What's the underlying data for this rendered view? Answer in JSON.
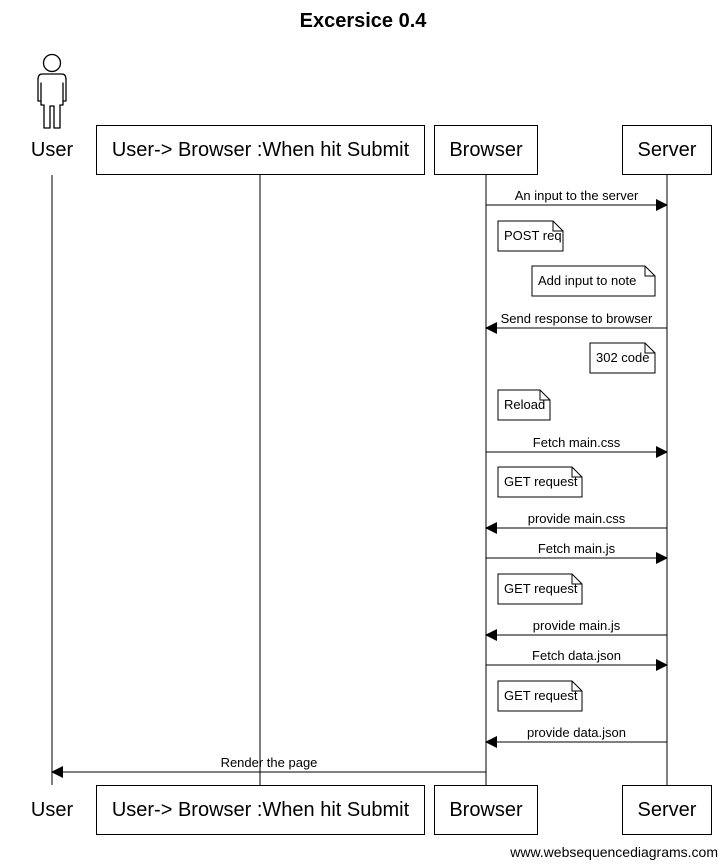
{
  "title": "Excersice 0.4",
  "participants": [
    {
      "id": "user",
      "label": "User",
      "kind": "actor"
    },
    {
      "id": "submit",
      "label": "User-> Browser :When hit Submit",
      "kind": "box"
    },
    {
      "id": "browser",
      "label": "Browser",
      "kind": "box"
    },
    {
      "id": "server",
      "label": "Server",
      "kind": "box"
    }
  ],
  "events": [
    {
      "type": "message",
      "from": "browser",
      "to": "server",
      "label": "An input to the server"
    },
    {
      "type": "note",
      "anchor": "browser",
      "label": "POST req"
    },
    {
      "type": "note",
      "anchor": "server",
      "label": "Add input to note"
    },
    {
      "type": "message",
      "from": "server",
      "to": "browser",
      "label": "Send response to browser"
    },
    {
      "type": "note",
      "anchor": "server",
      "label": "302 code"
    },
    {
      "type": "note",
      "anchor": "browser",
      "label": "Reload"
    },
    {
      "type": "message",
      "from": "browser",
      "to": "server",
      "label": "Fetch main.css"
    },
    {
      "type": "note",
      "anchor": "browser",
      "label": "GET request"
    },
    {
      "type": "message",
      "from": "server",
      "to": "browser",
      "label": "provide main.css"
    },
    {
      "type": "message",
      "from": "browser",
      "to": "server",
      "label": "Fetch main.js"
    },
    {
      "type": "note",
      "anchor": "browser",
      "label": "GET request"
    },
    {
      "type": "message",
      "from": "server",
      "to": "browser",
      "label": "provide main.js"
    },
    {
      "type": "message",
      "from": "browser",
      "to": "server",
      "label": "Fetch data.json"
    },
    {
      "type": "note",
      "anchor": "browser",
      "label": "GET request"
    },
    {
      "type": "message",
      "from": "server",
      "to": "browser",
      "label": "provide data.json"
    },
    {
      "type": "message",
      "from": "browser",
      "to": "user",
      "label": "Render the page"
    }
  ],
  "footer": "www.websequencediagrams.com"
}
